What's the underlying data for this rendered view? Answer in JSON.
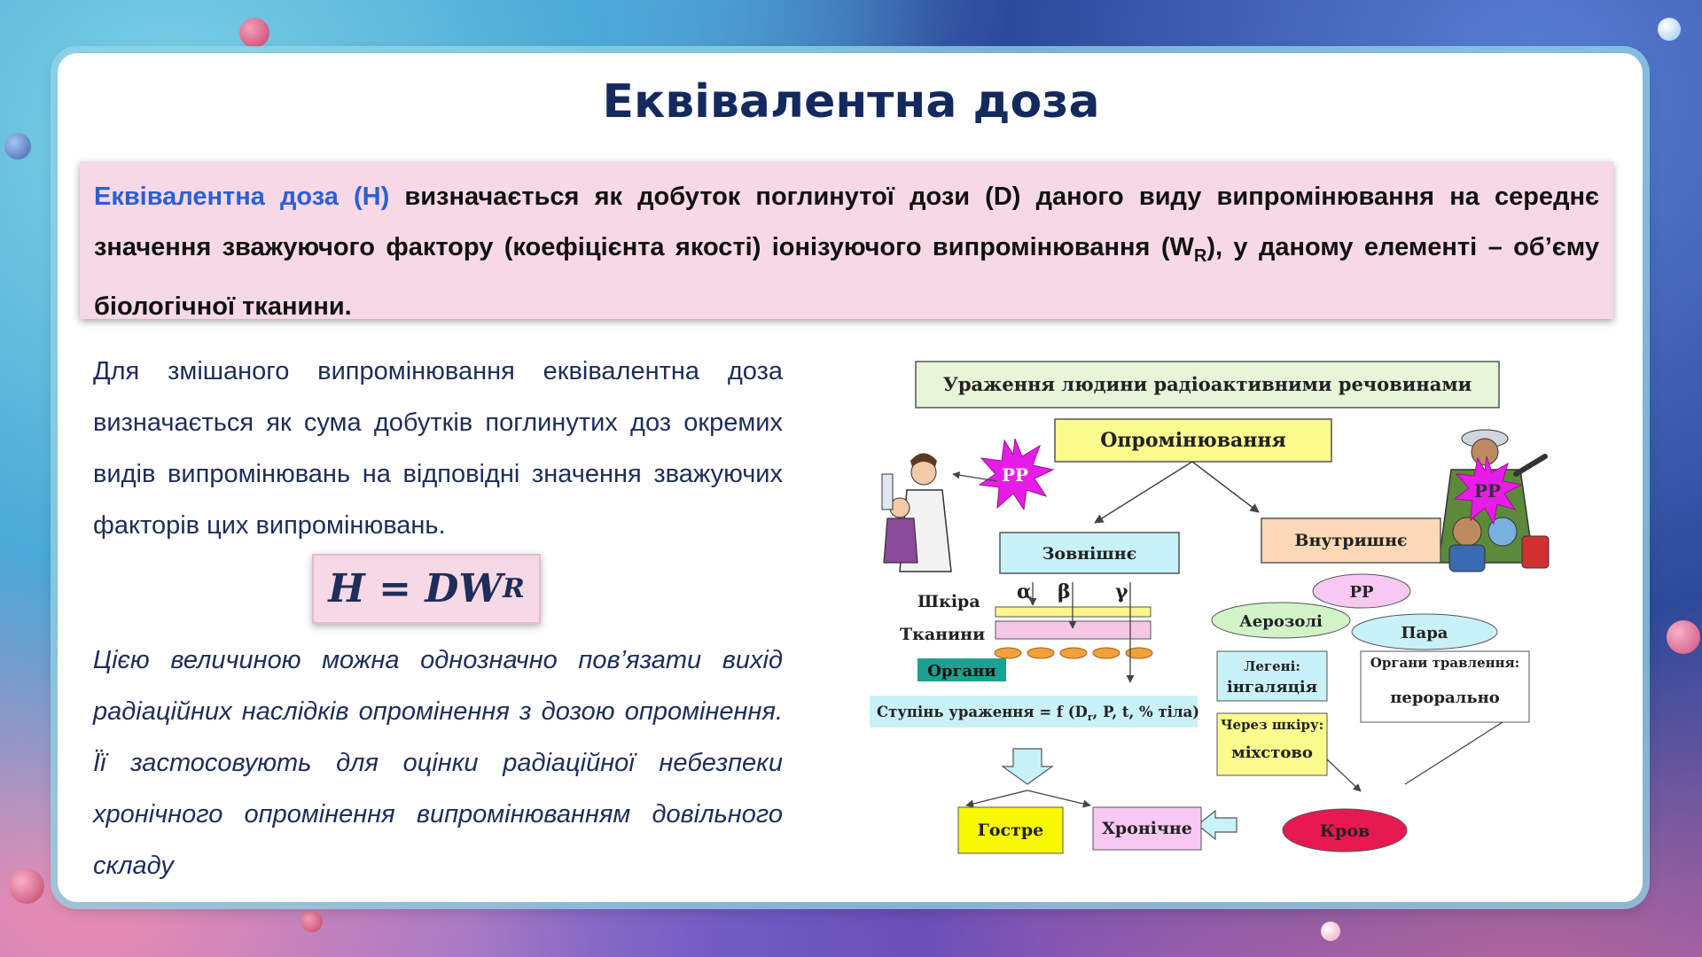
{
  "title": "Еквівалентна доза",
  "definition": {
    "term": "Еквівалентна доза (H)",
    "text_1": " визначається як добуток поглинутої дози (D) даного виду випромінювання на середнє значення зважуючого фактору (коефіцієнта якості) іонізуючого випромінювання (W",
    "sub": "R",
    "text_2": "), у даному елементі – об’єму біологічної тканини."
  },
  "mixed_text": "Для змішаного випромінювання еквівалентна доза визначається як сума добутків поглинутих доз окремих видів випромінювань на відповідні значення зважуючих факторів цих випромінювань.",
  "formula": {
    "main": "H = DW",
    "sub": "R"
  },
  "conclusion_text": "Цією величиною можна однозначно пов’язати вихід радіаційних наслідків опромінення з дозою опромінення. Її застосовують для оцінки радіаційної небезпеки хронічного опромінення випромінюванням довільного складу",
  "diagram": {
    "header": "Ураження людини радіоактивними речовинами",
    "irradiation": "Опромінювання",
    "external": "Зовнішнє",
    "internal": "Внутришнє",
    "rr_left": "РР",
    "rr_right": "РР",
    "rr_center": "РР",
    "skin": "Шкіра",
    "tissues": "Тканини",
    "organs": "Органи",
    "alpha": "α",
    "beta": "β",
    "gamma": "γ",
    "aerosols": "Аерозолі",
    "vapor": "Пара",
    "lungs_1": "Легені:",
    "lungs_2": "інгаляція",
    "digestive_1": "Органи травлення:",
    "digestive_2": "перорально",
    "skin_path_1": "Через шкіру:",
    "skin_path_2": "міхстово",
    "degree_prefix": "Ступінь ураження = f (D",
    "degree_sub": "r",
    "degree_suffix": ", P, t, % тіла)",
    "acute": "Гостре",
    "chronic": "Хронічне",
    "blood": "Кров"
  }
}
